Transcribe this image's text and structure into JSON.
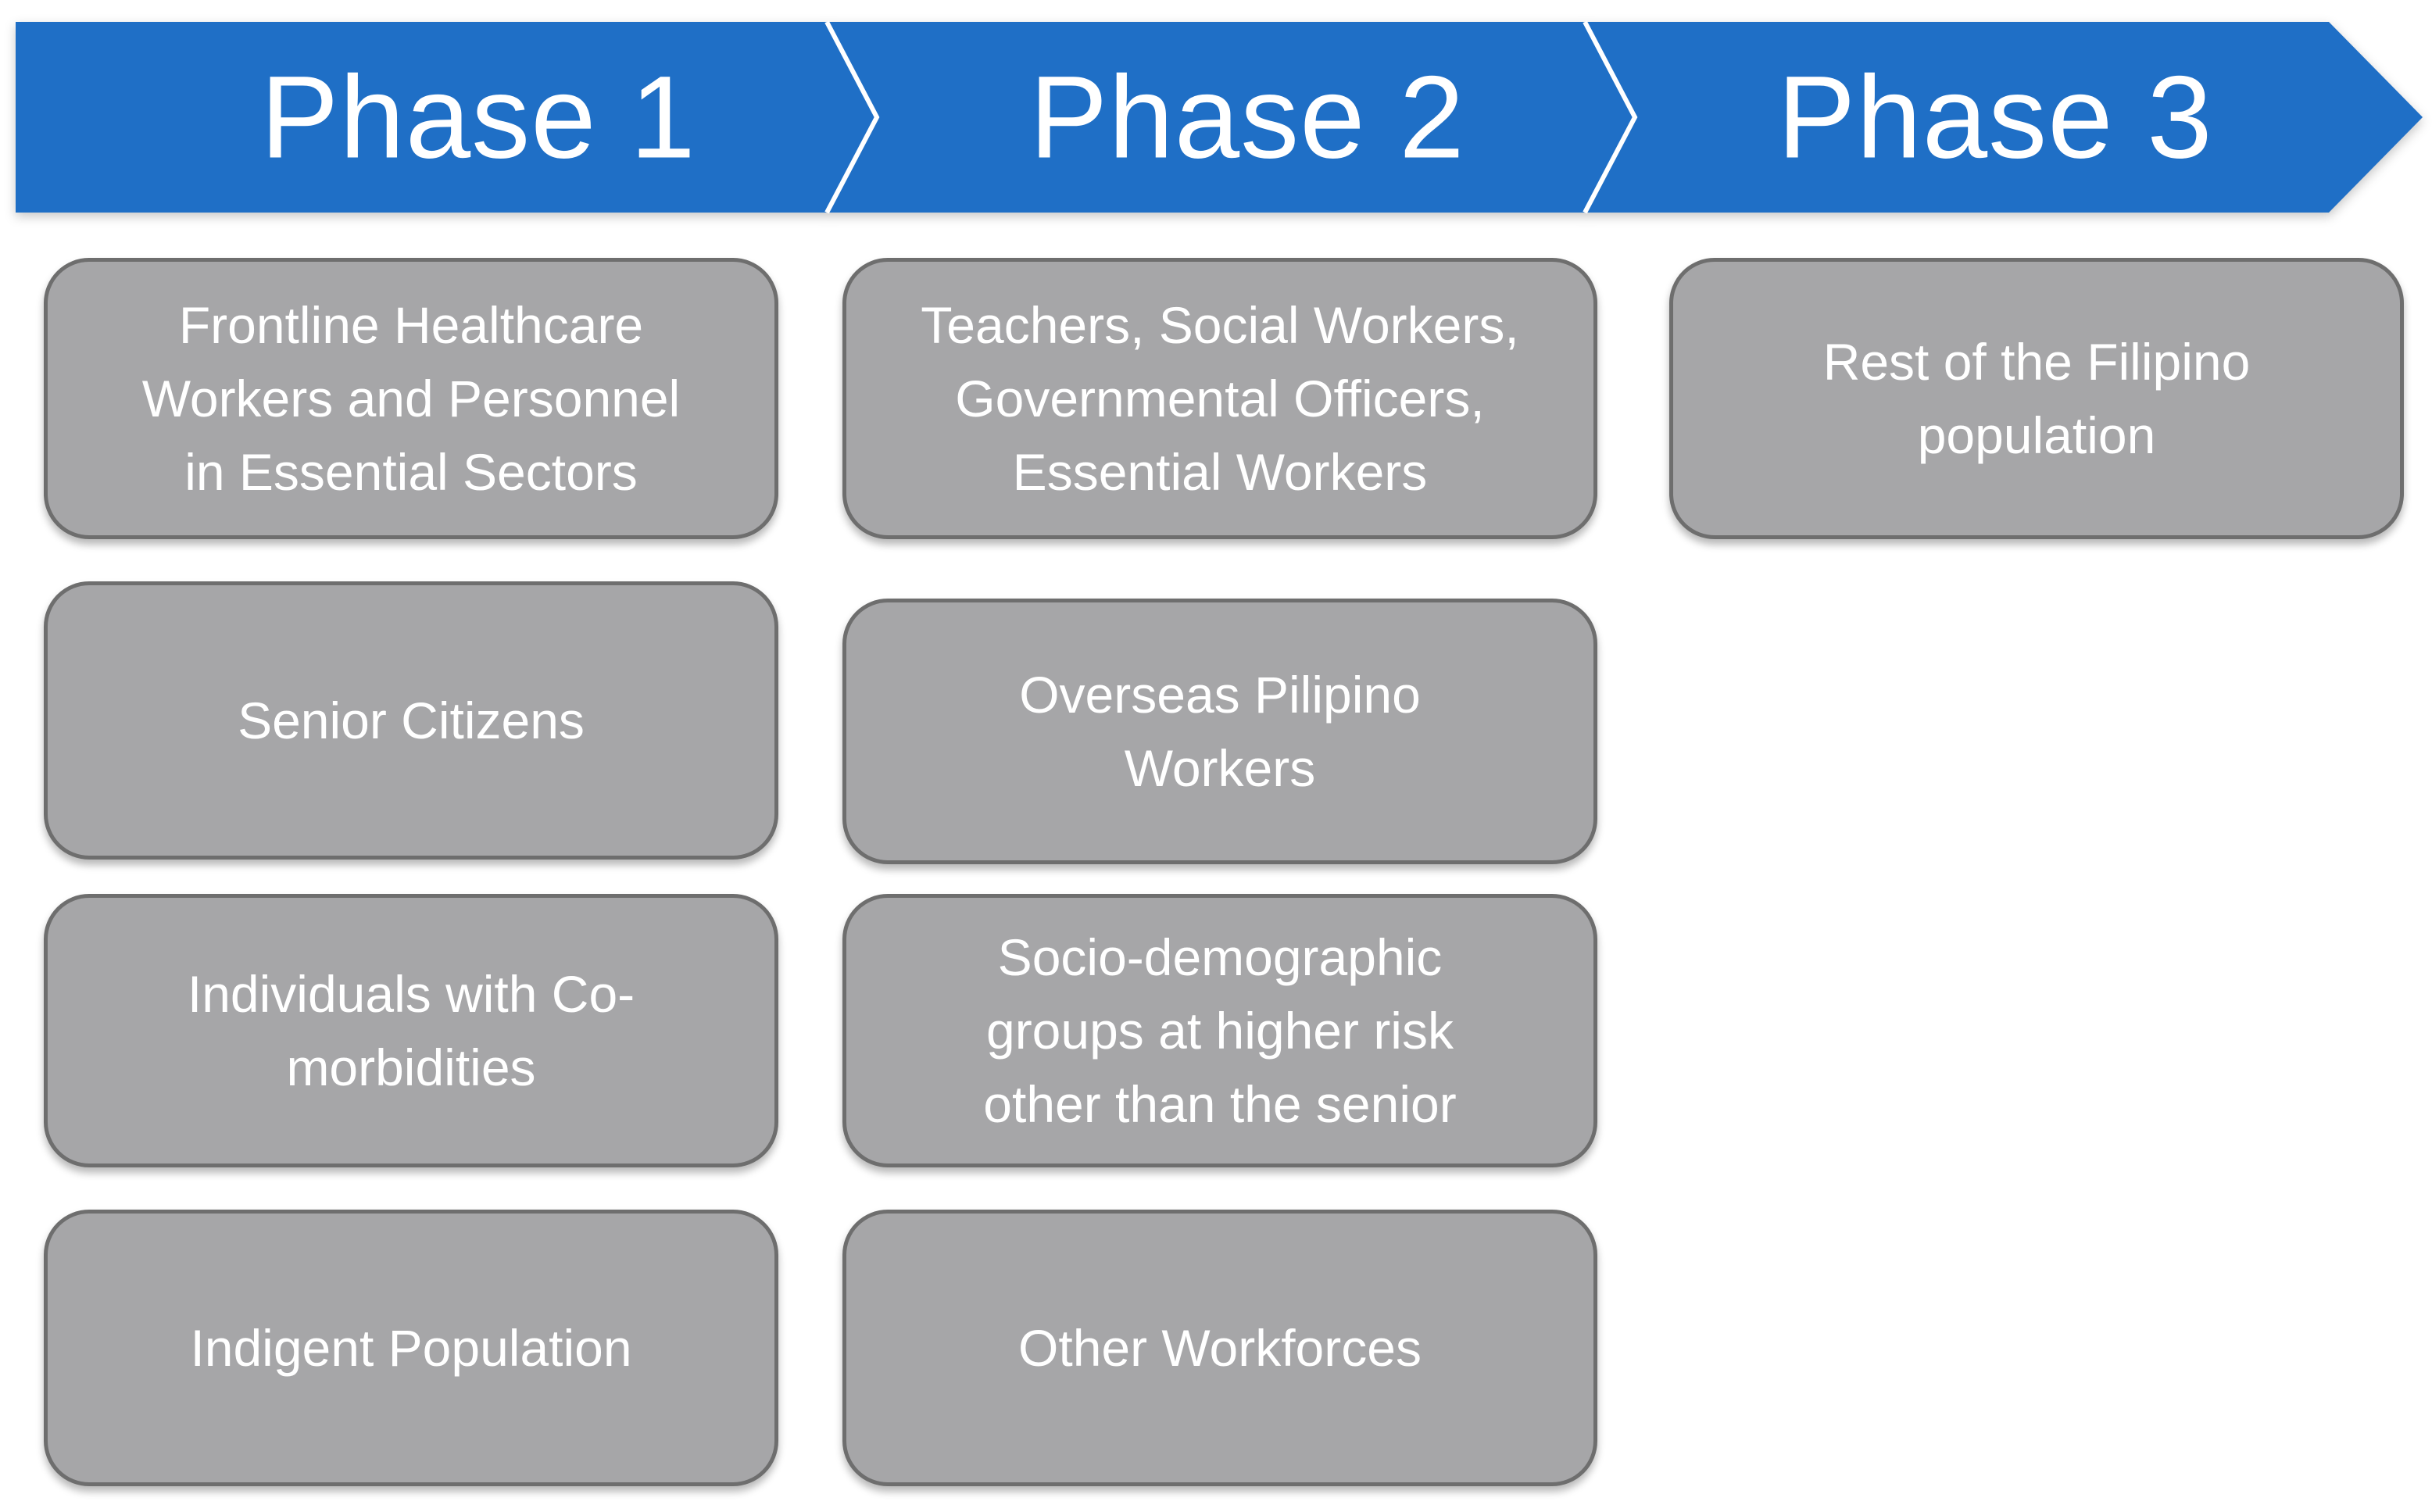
{
  "diagram": {
    "phases": [
      {
        "label": "Phase 1",
        "groups": [
          "Frontline Healthcare\nWorkers and Personnel\nin Essential Sectors",
          "Senior Citizens",
          "Individuals with Co-\nmorbidities",
          "Indigent Population"
        ]
      },
      {
        "label": "Phase 2",
        "groups": [
          "Teachers, Social Workers,\nGovernmental Officers,\nEssential Workers",
          "Overseas Pilipino\nWorkers",
          "Socio-demographic\ngroups at higher risk\nother than the senior",
          "Other Workforces"
        ]
      },
      {
        "label": "Phase 3",
        "groups": [
          "Rest of the Filipino\npopulation"
        ]
      }
    ],
    "colors": {
      "banner_blue": "#1F6FC6",
      "chevron_white": "#FFFFFF",
      "box_gray": "#A6A6A8",
      "box_border_gray": "#6E6E6E",
      "text_white": "#FFFFFF"
    }
  }
}
